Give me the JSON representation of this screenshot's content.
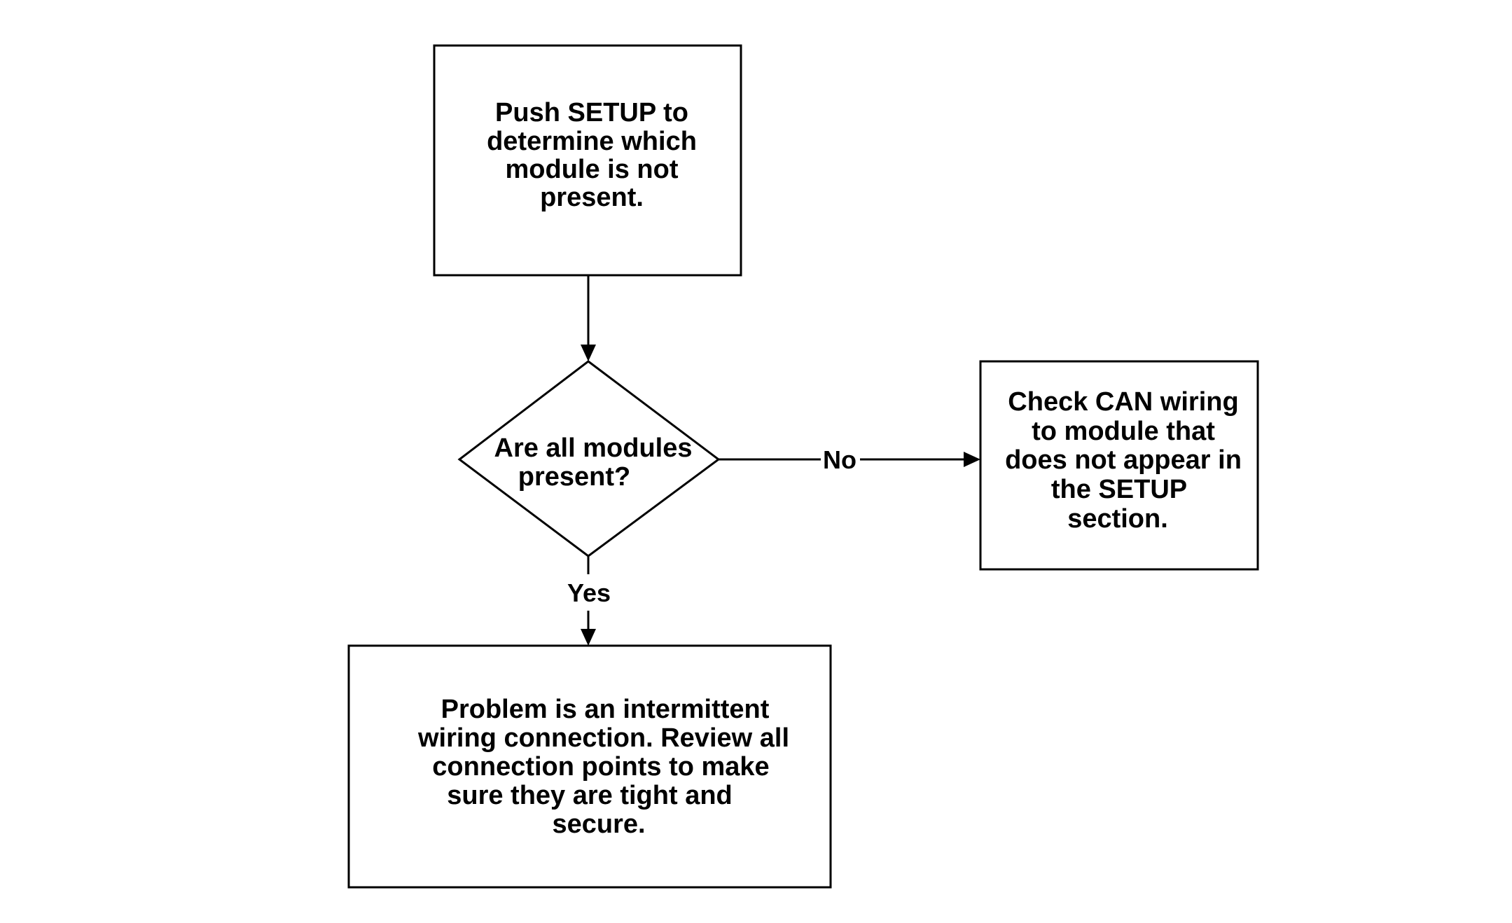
{
  "diagram": {
    "start_box": {
      "lines": [
        "Push SETUP to",
        "determine which",
        "module is not",
        "present."
      ]
    },
    "decision": {
      "lines": [
        "Are all modules",
        "present?"
      ]
    },
    "no_box": {
      "lines": [
        "Check CAN wiring",
        "to module that",
        "does not appear in",
        "the SETUP",
        "section."
      ]
    },
    "yes_box": {
      "lines": [
        "Problem is an intermittent",
        "wiring connection. Review all",
        "connection points to make",
        "sure they are tight and",
        "secure."
      ]
    },
    "edges": {
      "no_label": "No",
      "yes_label": "Yes"
    }
  }
}
